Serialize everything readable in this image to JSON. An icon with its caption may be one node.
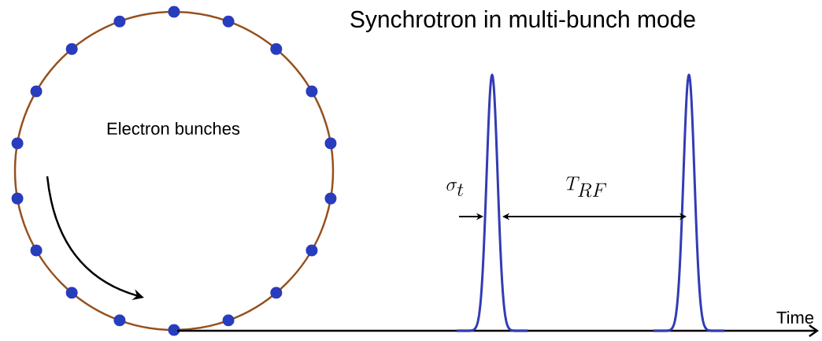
{
  "diagram": {
    "title": "Synchrotron in multi-bunch mode",
    "labels": [
      "Electron bunches",
      "\\sigma_t",
      "T_{RF}",
      "Time"
    ]
  }
}
